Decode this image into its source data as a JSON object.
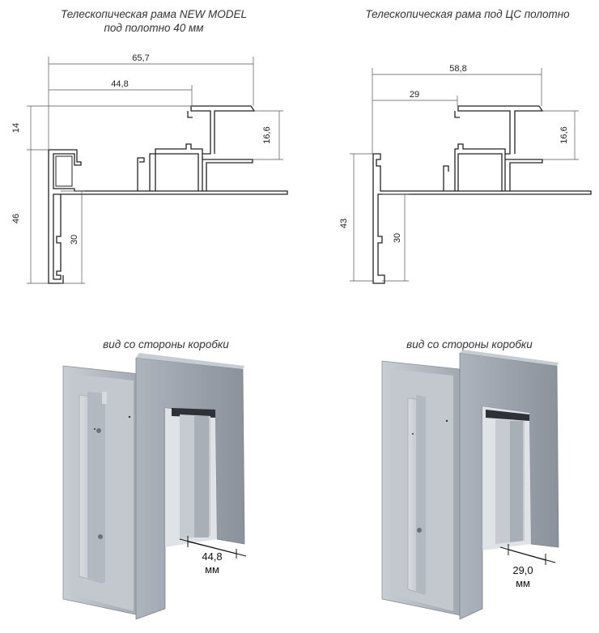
{
  "captions": {
    "top_left_line1": "Телескопическая рама NEW MODEL",
    "top_left_line2": "под полотно 40 мм",
    "top_right": "Телескопическая рама под ЦС полотно",
    "bottom_left": "вид со стороны коробки",
    "bottom_right": "вид со стороны коробки"
  },
  "left_profile": {
    "width_total": "65,7",
    "width_inner": "44,8",
    "height_top": "14",
    "height_flange": "16,6",
    "height_main": "46",
    "height_inner": "30"
  },
  "right_profile": {
    "width_total": "58,8",
    "width_inner": "29",
    "height_flange": "16,6",
    "height_main": "43",
    "height_inner": "30"
  },
  "photo_left": {
    "value": "44,8",
    "unit": "мм"
  },
  "photo_right": {
    "value": "29,0",
    "unit": "мм"
  },
  "colors": {
    "line": "#222222",
    "dim_line": "#444444",
    "frame": "#9aa1ab",
    "frame_light": "#c4c9d1",
    "frame_dark": "#6f7680"
  }
}
